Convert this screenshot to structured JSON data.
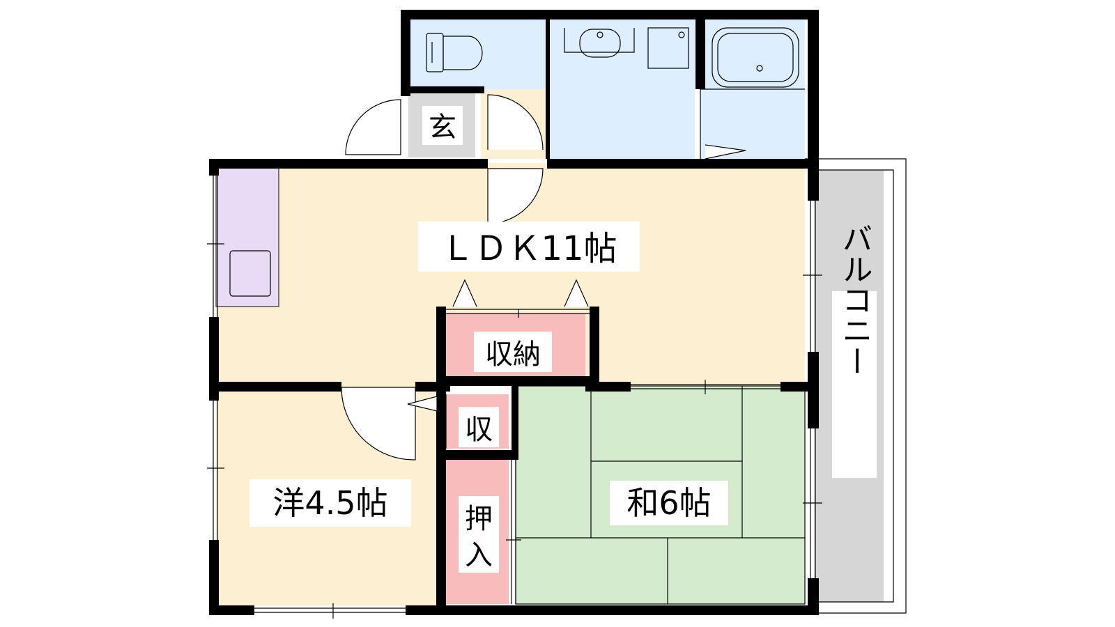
{
  "rooms": {
    "ldk": "ＬＤＫ11帖",
    "western": "洋4.5帖",
    "japanese": "和6帖",
    "storage_large": "収納",
    "storage_small": "収",
    "closet_line1": "押",
    "closet_line2": "入",
    "entrance": "玄",
    "balcony": "バルコニー"
  },
  "colors": {
    "ldk_floor": "#fdf0d2",
    "wet_area": "#dceeff",
    "tatami": "#d4ebcd",
    "storage": "#f9bcbc",
    "kitchen": "#e8dbf5",
    "entrance": "#d9d9d9",
    "balcony": "#d6d6d6",
    "wall": "#000000"
  }
}
